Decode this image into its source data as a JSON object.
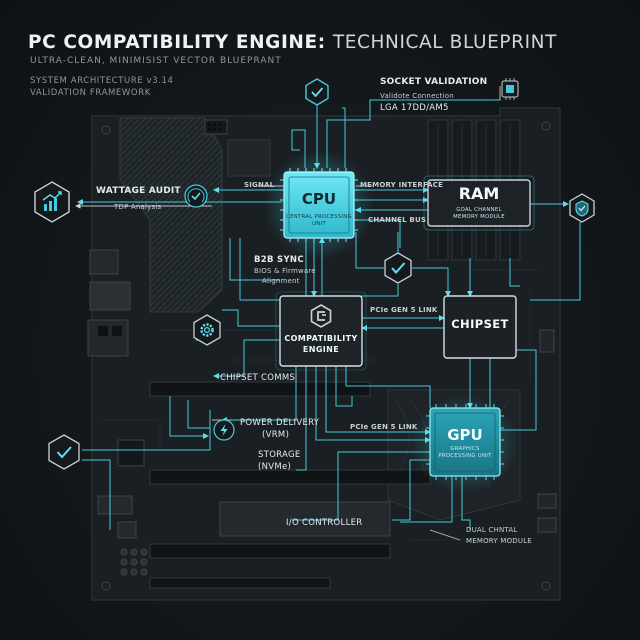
{
  "header": {
    "title_strong": "PC COMPATIBILITY ENGINE:",
    "title_rest": "TECHNICAL BLUEPRINT",
    "subtitle": "ULTRA-CLEAN, MINIMISIST VECTOR BLUEPRANT",
    "meta_line1": "SYSTEM ARCHITECTURE v3.14",
    "meta_line2": "VALIDATION FRAMEWORK"
  },
  "nodes": {
    "cpu": {
      "title": "CPU",
      "sub1": "CENTRAL PROCESSING",
      "sub2": "UNIT"
    },
    "ram": {
      "title": "RAM",
      "sub1": "GOAL CHANNEL",
      "sub2": "MEMORY MODULE"
    },
    "engine": {
      "title1": "COMPATIBILITY",
      "title2": "ENGINE"
    },
    "chipset": {
      "title": "CHIPSET"
    },
    "gpu": {
      "title": "GPU",
      "sub1": "GRAPHICS",
      "sub2": "PROCESSING UNIT"
    }
  },
  "labels": {
    "socket_validation": "SOCKET VALIDATION",
    "validate_connection": "Validote Connection",
    "socket_type": "LGA 17DD/AM5",
    "wattage_audit": "WATTAGE AUDIT",
    "tdp_analysis": "TDP Analysis",
    "signal": "SIGNAL",
    "memory_interface": "MEMORY INTERFACE",
    "channel_bus": "CHANNEL BUS",
    "b2b_sync": "B2B SYNC",
    "bios_line1": "BIOS & Firmware",
    "bios_line2": "Alignment",
    "pcie_link_1": "PCIe GEN 5 LINK",
    "pcie_link_2": "PCIe GEN 5 LINK",
    "chipset_comms": "CHIPSET COMMS",
    "power_delivery": "POWER DELIVERY",
    "vrm": "(VRM)",
    "storage": "STORAGE",
    "nvme": "(NVMe)",
    "io_controller": "I/O CONTROLLER",
    "dual_channel_1": "DUAL CHNTAL",
    "dual_channel_2": "MEMORY MODULE"
  },
  "colors": {
    "accent": "#35d3e8",
    "accent_dim": "#1f8fa0",
    "board": "#1a1f23",
    "board_line": "#2a3237",
    "text": "#d6e1e6",
    "background": "#131719"
  },
  "icons": {
    "top": "check-hexagon-icon",
    "chip": "chip-icon",
    "wattage": "chart-up-hexagon-icon",
    "gauge": "gauge-check-icon",
    "center_check": "check-hexagon-icon",
    "gear": "gear-hexagon-icon",
    "power": "lightning-icon",
    "left_check": "check-hexagon-icon",
    "ram_shield": "shield-check-hexagon-icon",
    "engine_logo": "engine-logo-icon"
  }
}
